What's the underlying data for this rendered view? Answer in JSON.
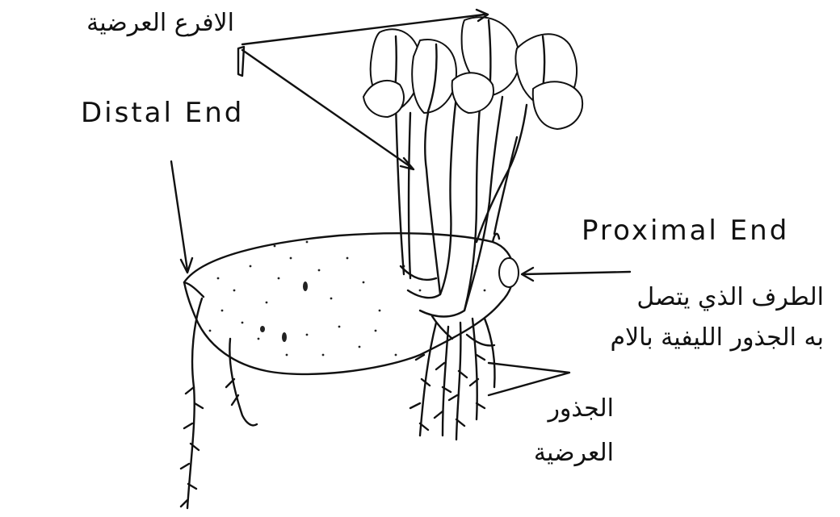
{
  "labels": {
    "adventitious_shoots_ar": "الافرع العرضية",
    "distal_end": "Distal End",
    "proximal_end": "Proximal End",
    "proximal_desc_ar_line1": "الطرف الذي يتصل",
    "proximal_desc_ar_line2": "به الجذور الليفية بالام",
    "adventitious_roots_ar_line1": "الجذور",
    "adventitious_roots_ar_line2": "العرضية"
  },
  "colors": {
    "ink": "#111111",
    "paper": "#ffffff"
  }
}
